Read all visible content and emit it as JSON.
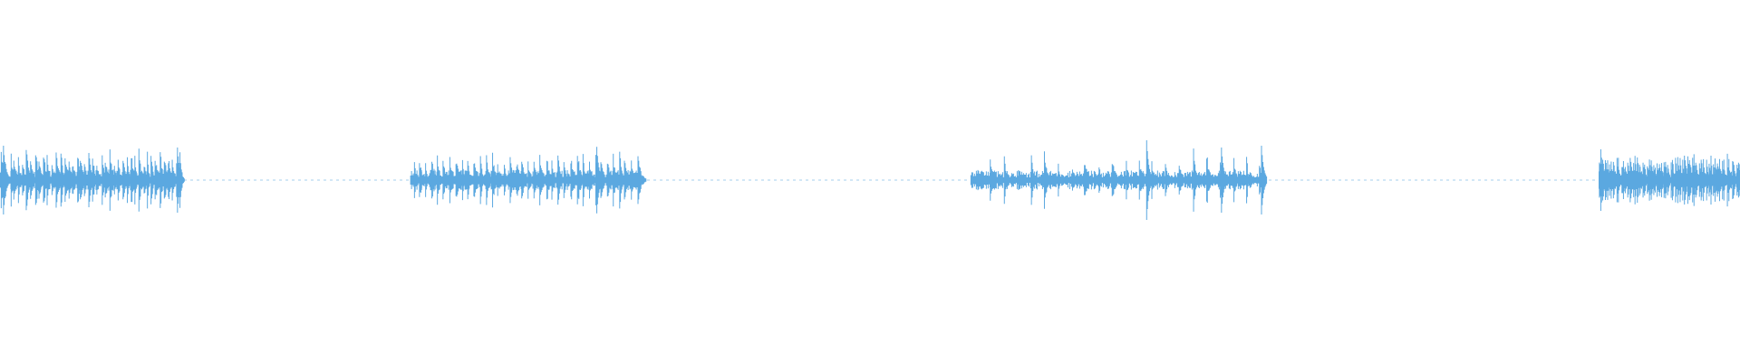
{
  "colors": {
    "background": "#ffffff",
    "waveform": "#5ba8e0"
  },
  "waveform": {
    "segments": [
      {
        "name": "burst-1",
        "start": 0.0,
        "end": 0.105,
        "hits": 44,
        "amplitude": 0.085,
        "jitter": 0.35
      },
      {
        "name": "burst-2",
        "start": 0.236,
        "end": 0.368,
        "hits": 38,
        "amplitude": 0.08,
        "jitter": 0.35
      },
      {
        "name": "burst-3",
        "start": 0.558,
        "end": 0.728,
        "hits": 22,
        "amplitude": 0.075,
        "jitter": 0.45
      },
      {
        "name": "burst-4",
        "start": 0.919,
        "end": 1.0,
        "hits": 60,
        "amplitude": 0.07,
        "jitter": 0.25
      }
    ],
    "peaks": [
      {
        "pos": 0.002,
        "amplitude": 0.095
      },
      {
        "pos": 0.102,
        "amplitude": 0.09
      },
      {
        "pos": 0.343,
        "amplitude": 0.092
      },
      {
        "pos": 0.659,
        "amplitude": 0.11
      },
      {
        "pos": 0.702,
        "amplitude": 0.09
      },
      {
        "pos": 0.725,
        "amplitude": 0.095
      },
      {
        "pos": 0.92,
        "amplitude": 0.085
      }
    ]
  }
}
